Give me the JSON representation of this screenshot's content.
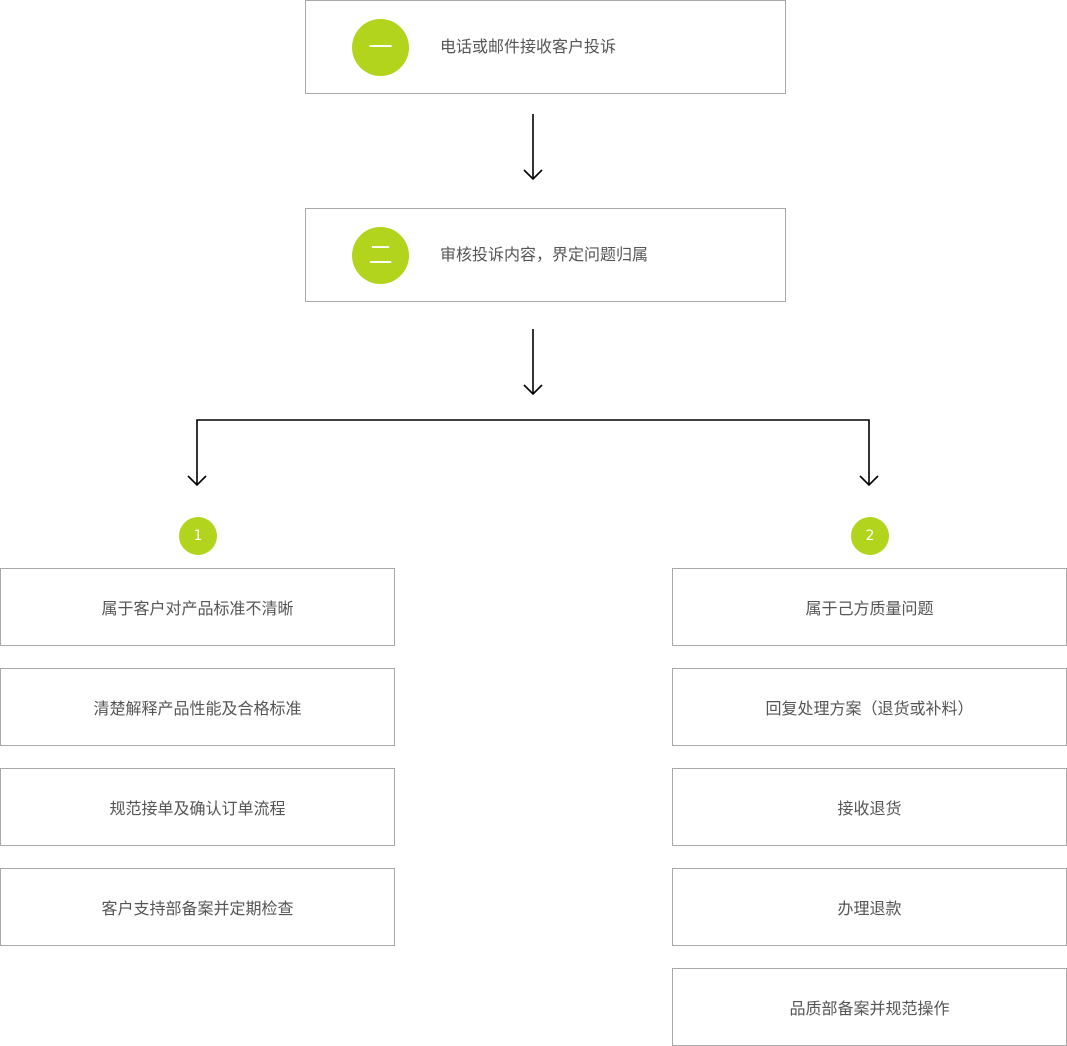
{
  "steps": [
    {
      "marker": "一",
      "text": "电话或邮件接收客户投诉"
    },
    {
      "marker": "二",
      "text": "审核投诉内容，界定问题归属"
    }
  ],
  "branches": [
    {
      "marker": "1",
      "items": [
        "属于客户对产品标准不清晰",
        "清楚解释产品性能及合格标准",
        "规范接单及确认订单流程",
        "客户支持部备案并定期检查"
      ]
    },
    {
      "marker": "2",
      "items": [
        "属于己方质量问题",
        "回复处理方案（退货或补料）",
        "接收退货",
        "办理退款",
        "品质部备案并规范操作"
      ]
    }
  ],
  "colors": {
    "accent": "#b3d41c",
    "border": "#a9a9a9",
    "text": "#555555",
    "line": "#000000"
  }
}
